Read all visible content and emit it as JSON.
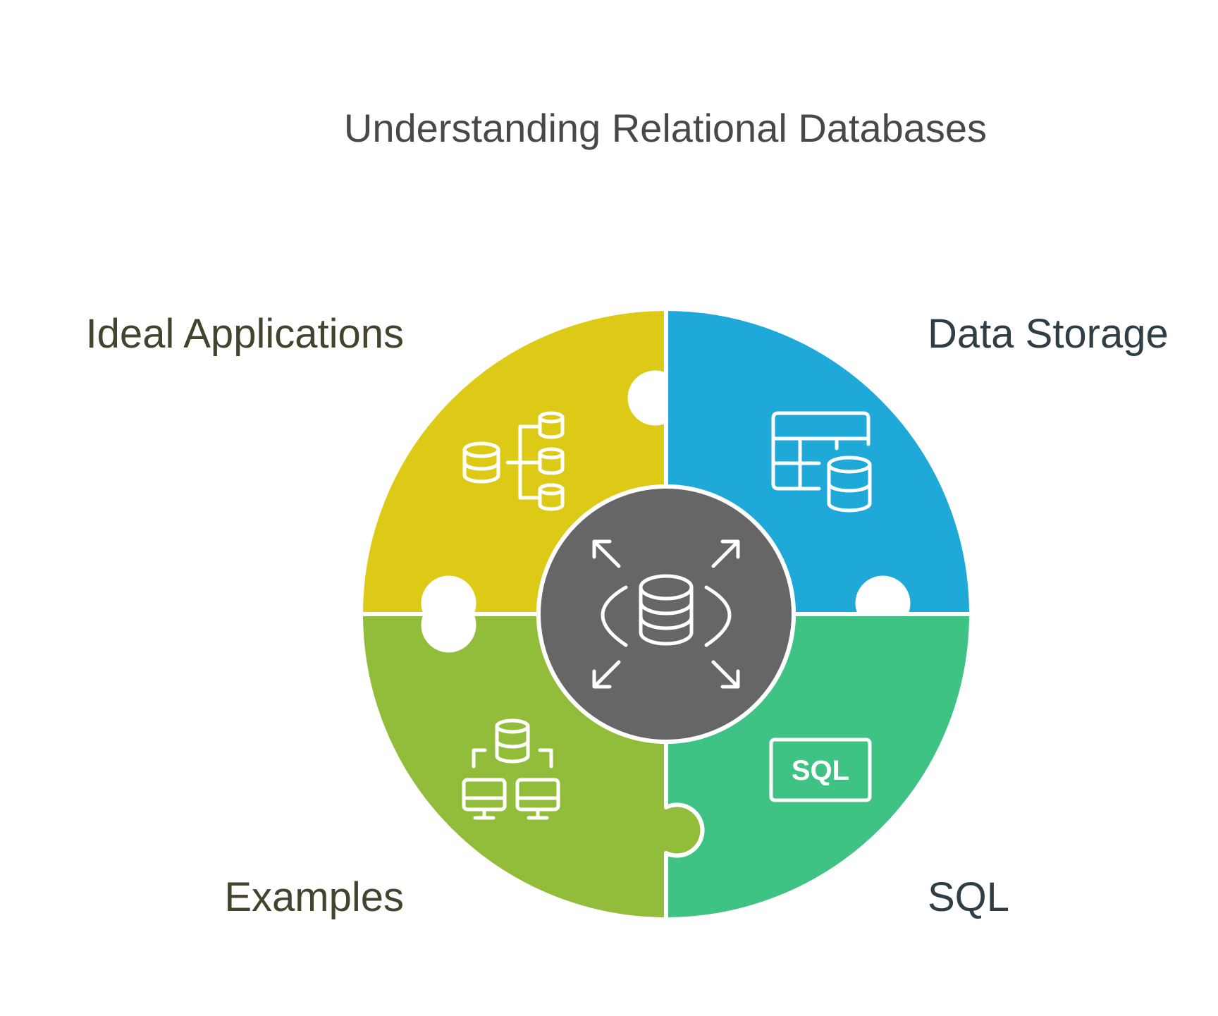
{
  "title": "Understanding Relational Databases",
  "center": {
    "icon": "database-expand-icon",
    "color": "#666666"
  },
  "segments": [
    {
      "key": "ideal_applications",
      "label": "Ideal Applications",
      "icon": "database-hierarchy-icon",
      "color": "#DDCA17",
      "label_color": "#43432E"
    },
    {
      "key": "data_storage",
      "label": "Data Storage",
      "icon": "table-database-icon",
      "color": "#1FA9D9",
      "label_color": "#2F3E46"
    },
    {
      "key": "sql",
      "label": "SQL",
      "icon": "sql-icon",
      "icon_text": "SQL",
      "color": "#3EC384",
      "label_color": "#2F3E46"
    },
    {
      "key": "examples",
      "label": "Examples",
      "icon": "networked-computers-icon",
      "color": "#92BD3A",
      "label_color": "#43432E"
    }
  ]
}
